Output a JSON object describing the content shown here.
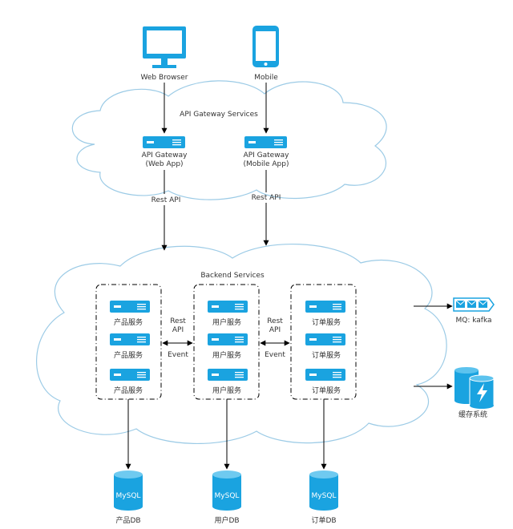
{
  "colors": {
    "accent": "#1aa3e0",
    "cloud_stroke": "#9ccbe6",
    "line": "#000000",
    "text": "#333333"
  },
  "clients": {
    "web": {
      "icon": "monitor-icon",
      "label": "Web Browser"
    },
    "mobile": {
      "icon": "mobile-phone-icon",
      "label": "Mobile"
    }
  },
  "gateway": {
    "title": "API Gateway Services",
    "web": {
      "line1": "API Gateway",
      "line2": "(Web App)"
    },
    "mobile": {
      "line1": "API Gateway",
      "line2": "(Mobile App)"
    },
    "rest_api_left": "Rest API",
    "rest_api_right": "Rest API"
  },
  "backend": {
    "title": "Backend Services",
    "groups": [
      {
        "services": [
          "产品服务",
          "产品服务",
          "产品服务"
        ],
        "db_label": "产品DB"
      },
      {
        "services": [
          "用户服务",
          "用户服务",
          "用户服务"
        ],
        "db_label": "用户DB"
      },
      {
        "services": [
          "订单服务",
          "订单服务",
          "订单服务"
        ],
        "db_label": "订单DB"
      }
    ],
    "conn1": {
      "rest1": "Rest",
      "rest2": "API",
      "event": "Event"
    },
    "conn2": {
      "rest1": "Rest",
      "rest2": "API",
      "event": "Event"
    },
    "db_engine": "MySQL"
  },
  "external": {
    "mq": {
      "icon": "message-queue-icon",
      "label": "MQ: kafka"
    },
    "cache": {
      "icon": "cache-database-icon",
      "label": "缓存系统"
    }
  }
}
